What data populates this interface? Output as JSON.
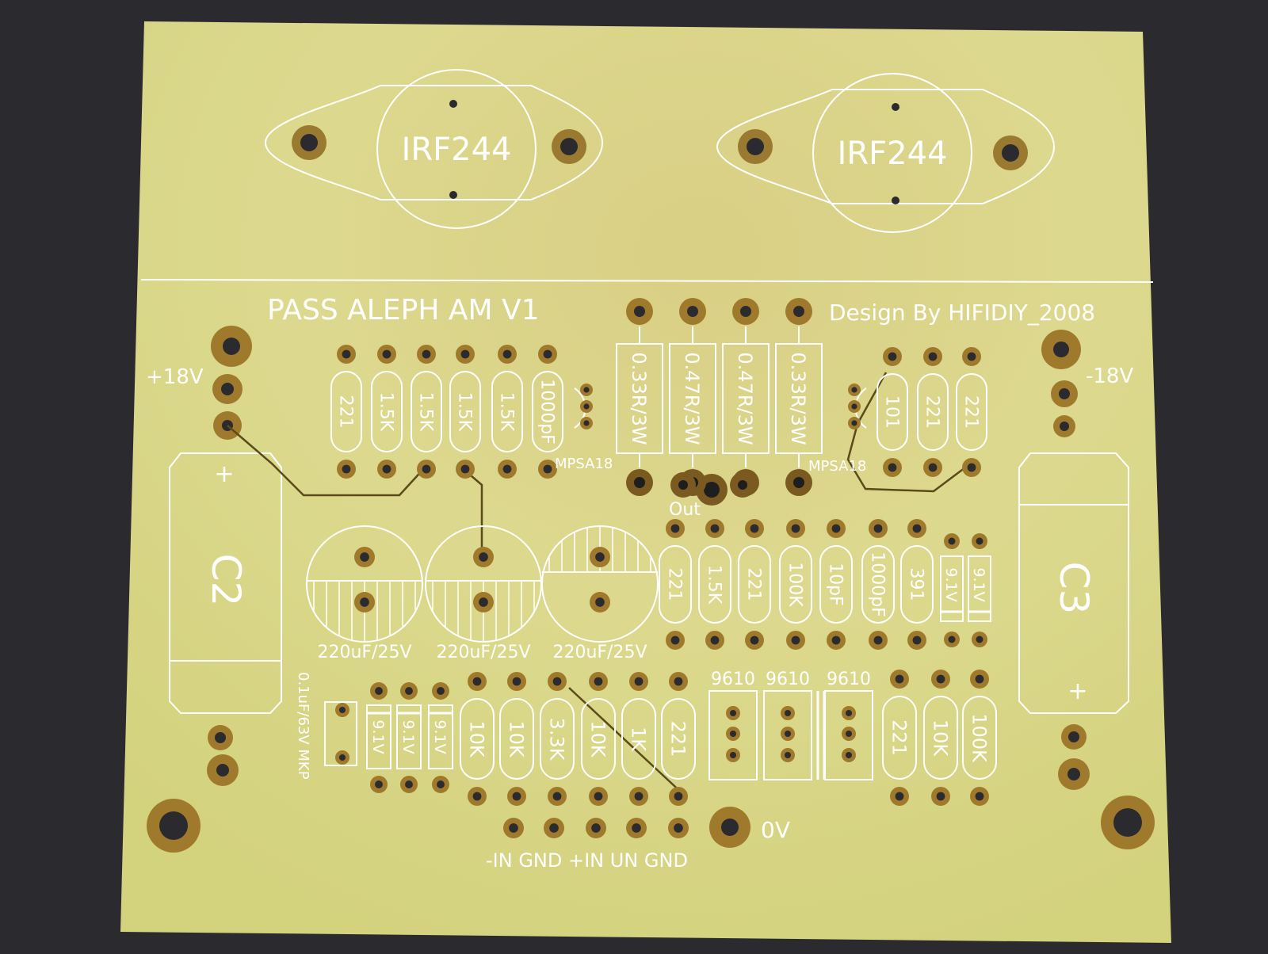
{
  "board": {
    "title": "PASS ALEPH AM V1",
    "credit": "Design By HIFIDIY_2008",
    "mosfets": [
      "IRF244",
      "IRF244"
    ],
    "supply_pos": "+18V",
    "supply_neg": "-18V",
    "cap_left": "C2",
    "cap_right": "C3",
    "plus_sign": "+",
    "transistor": "MPSA18",
    "output_label": "Out",
    "ground_label": "0V",
    "input_labels": "-IN GND +IN UN GND",
    "film_cap": "0.1uF/63V MKP",
    "colors": {
      "board": "#d8d68a",
      "silkscreen": "#ffffff",
      "copper": "#a07a2c",
      "background": "#2b2b2f"
    }
  },
  "resistors_top_left": [
    "221",
    "1.5K",
    "1.5K",
    "1.5K",
    "1.5K",
    "1000pF"
  ],
  "power_resistors": [
    "0.33R/3W",
    "0.47R/3W",
    "0.47R/3W",
    "0.33R/3W"
  ],
  "resistors_top_right": [
    "101",
    "221",
    "221"
  ],
  "electrolytics": [
    "220uF/25V",
    "220uF/25V",
    "220uF/25V"
  ],
  "resistors_mid_right": [
    "221",
    "1.5K",
    "221",
    "100K",
    "10pF",
    "1000pF",
    "391"
  ],
  "zeners_mid": [
    "9.1V",
    "9.1V"
  ],
  "zeners_bottom": [
    "9.1V",
    "9.1V",
    "9.1V"
  ],
  "resistors_bottom": [
    "10K",
    "10K",
    "3.3K",
    "10K",
    "1K",
    "221"
  ],
  "regulators": [
    "9610",
    "9610",
    "9610"
  ],
  "resistors_bottom_right": [
    "221",
    "10K",
    "100K"
  ]
}
